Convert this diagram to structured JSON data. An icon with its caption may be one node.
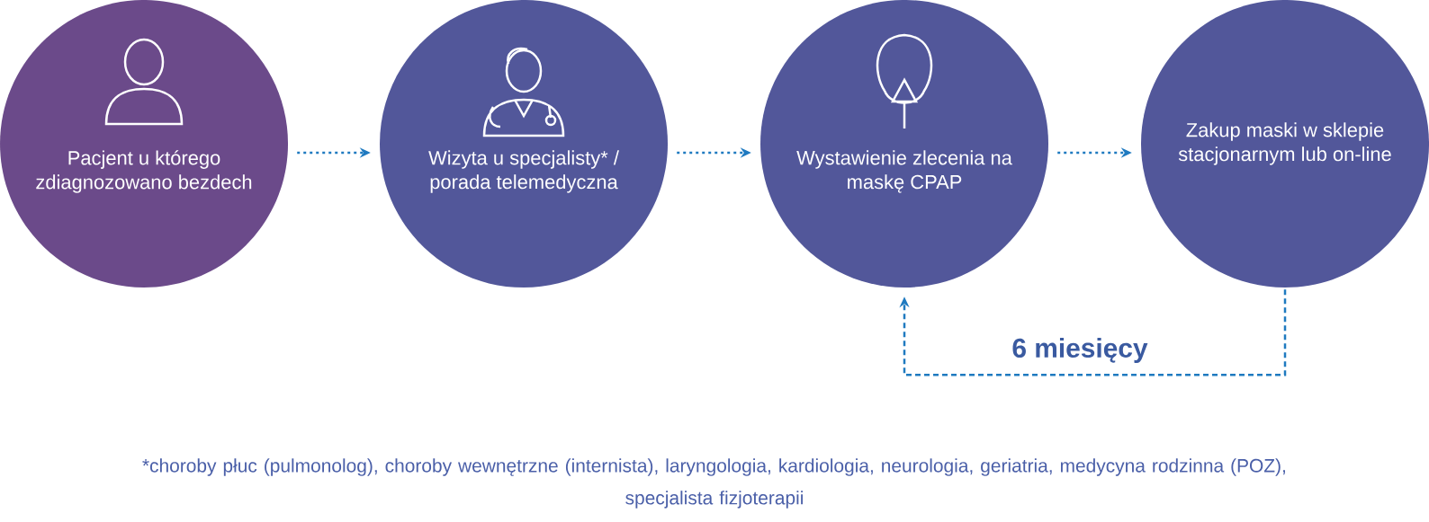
{
  "diagram": {
    "nodes": [
      {
        "text": [
          "Pacjent u którego zdiagnozowano bezdech"
        ]
      },
      {
        "text": [
          "Wizyta u specjalisty* / porada telemedyczna"
        ]
      },
      {
        "text": [
          "Wystawienie zlecenia na maskę CPAP"
        ]
      },
      {
        "text": [
          "Zakup maski w sklepie stacjonarnym lub on-line"
        ]
      }
    ],
    "edges": [
      {
        "from": 0,
        "to": 1,
        "arrow": "to"
      },
      {
        "from": 1,
        "to": 2,
        "arrow": "to"
      },
      {
        "from": 2,
        "to": 3,
        "arrow": "to"
      },
      {
        "from": 3,
        "to": 2,
        "arrow": "to",
        "label": "6 miesięcy",
        "style": "dashed"
      }
    ],
    "labels": [
      "*choroby płuc (pulmonolog), choroby wewnętrzne (internista), laryngologia, kardiologia, neurologia, geriatria, medycyna rodzinna (POZ), specjalista fizjoterapii"
    ]
  }
}
